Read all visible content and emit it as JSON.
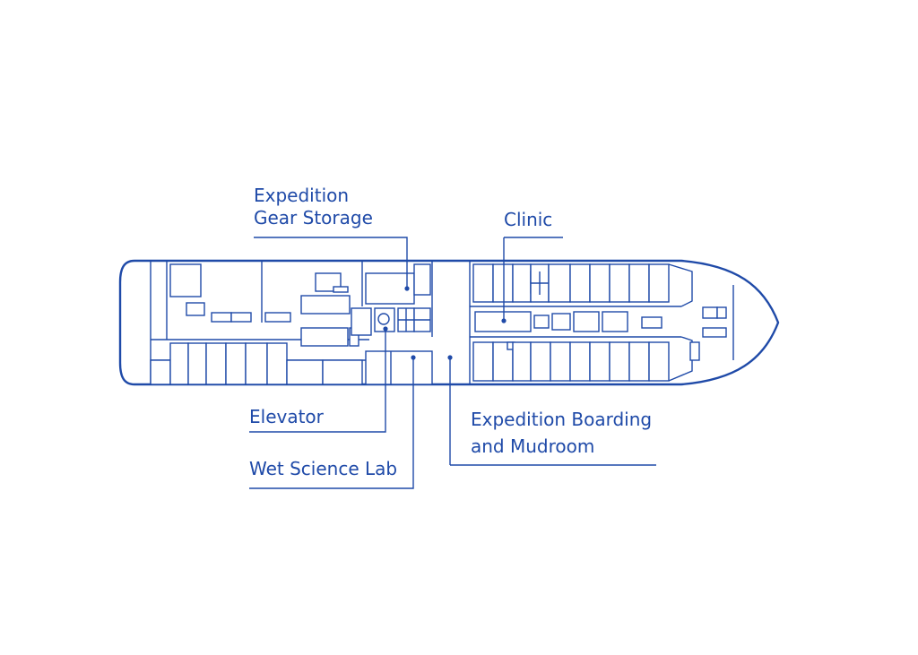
{
  "diagram": {
    "labels": {
      "gear_storage_line1": "Expedition",
      "gear_storage_line2": "Gear Storage",
      "clinic": "Clinic",
      "elevator": "Elevator",
      "wet_lab": "Wet Science Lab",
      "boarding_line1": "Expedition Boarding",
      "boarding_line2": "and Mudroom"
    },
    "colors": {
      "line": "#1f4aa8",
      "background": "#ffffff"
    }
  }
}
